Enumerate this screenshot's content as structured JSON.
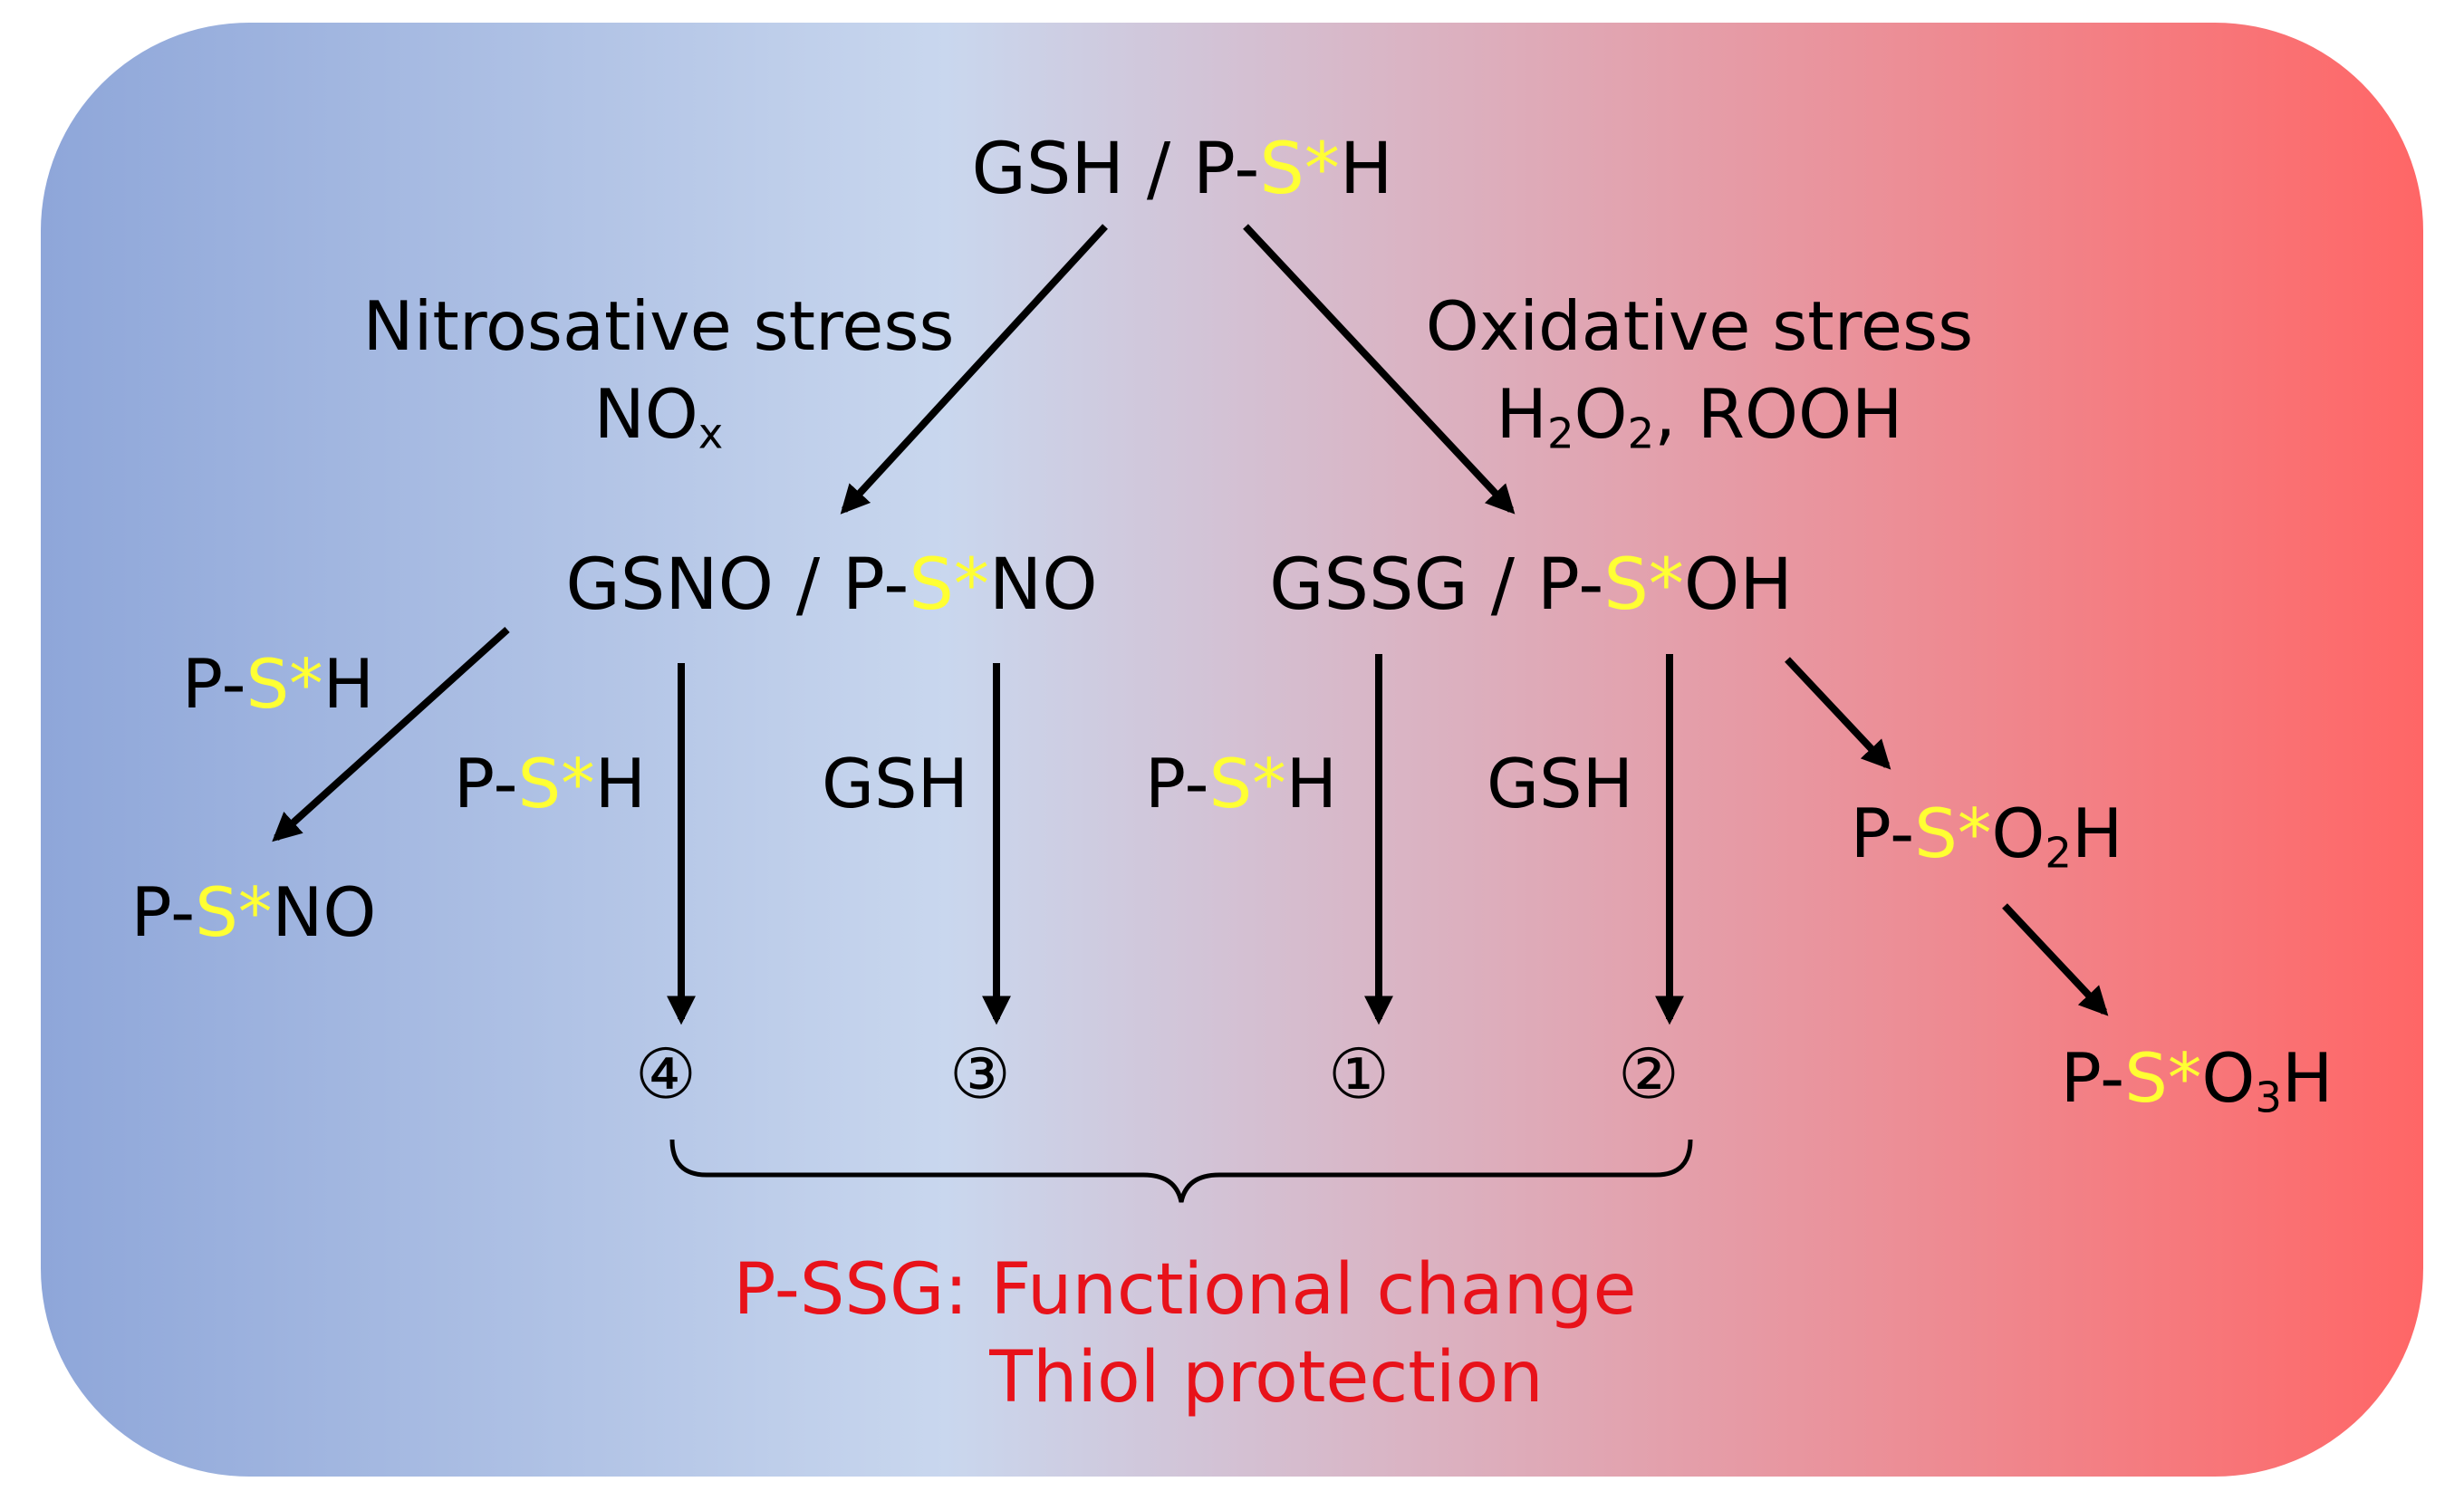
{
  "background": {
    "left_color": "#8ea6d9",
    "mid_color": "#c9d7ee",
    "right_color": "#ff6666"
  },
  "colors": {
    "text": "#000000",
    "sulfur_highlight": "#ffff33",
    "outcome_text": "#e8121a",
    "arrow": "#000000"
  },
  "top": {
    "prefix": "GSH / P-",
    "s": "S",
    "star": "*",
    "suffix": "H"
  },
  "nitrosative": {
    "line1": "Nitrosative stress",
    "line2_main": "NO",
    "line2_sub": "x"
  },
  "oxidative": {
    "line1": "Oxidative stress",
    "h": "H",
    "sub2a": "2",
    "o": "O",
    "sub2b": "2",
    "rest": ", ROOH"
  },
  "gsno": {
    "prefix": "GSNO / P-",
    "s": "S",
    "star": "*",
    "suffix": "NO"
  },
  "gssg": {
    "prefix": "GSSG / P-",
    "s": "S",
    "star": "*",
    "suffix": "OH"
  },
  "left_reagent": {
    "prefix": "P-",
    "s": "S",
    "star": "*",
    "suffix": "H"
  },
  "left_product": {
    "prefix": "P-",
    "s": "S",
    "star": "*",
    "suffix": "NO"
  },
  "reagent_4": {
    "prefix": "P-",
    "s": "S",
    "star": "*",
    "suffix": "H"
  },
  "reagent_3": "GSH",
  "reagent_1": {
    "prefix": "P-",
    "s": "S",
    "star": "*",
    "suffix": "H"
  },
  "reagent_2": "GSH",
  "sulfinic": {
    "prefix": "P-",
    "s": "S",
    "star": "*",
    "o": "O",
    "sub": "2",
    "h": "H"
  },
  "sulfonic": {
    "prefix": "P-",
    "s": "S",
    "star": "*",
    "o": "O",
    "sub": "3",
    "h": "H"
  },
  "outcomes": {
    "n4": "④",
    "n3": "③",
    "n1": "①",
    "n2": "②"
  },
  "result": {
    "line1": "P-SSG: Functional change",
    "line2": "Thiol protection"
  }
}
